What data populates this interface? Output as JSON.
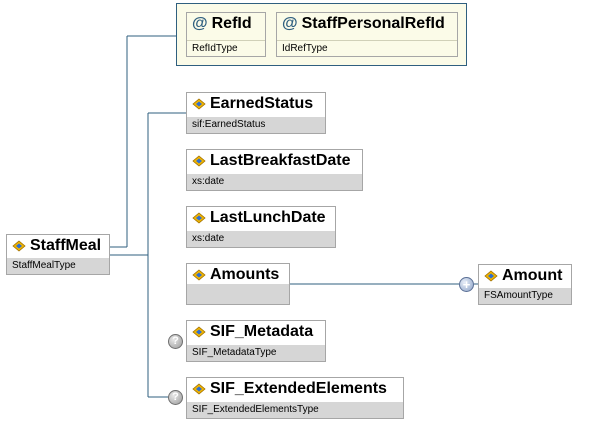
{
  "root": {
    "name": "StaffMeal",
    "type": "StaffMealType"
  },
  "attributes": [
    {
      "name": "RefId",
      "type": "RefIdType"
    },
    {
      "name": "StaffPersonalRefId",
      "type": "IdRefType"
    }
  ],
  "elements": [
    {
      "name": "EarnedStatus",
      "type": "sif:EarnedStatus"
    },
    {
      "name": "LastBreakfastDate",
      "type": "xs:date"
    },
    {
      "name": "LastLunchDate",
      "type": "xs:date"
    },
    {
      "name": "Amounts",
      "type": ""
    },
    {
      "name": "SIF_Metadata",
      "type": "SIF_MetadataType",
      "optional_mark": "?"
    },
    {
      "name": "SIF_ExtendedElements",
      "type": "SIF_ExtendedElementsType",
      "optional_mark": "?"
    }
  ],
  "child": {
    "name": "Amount",
    "type": "FSAmountType",
    "expand_mark": "+"
  },
  "attribute_mark": "@",
  "colors": {
    "connector": "#2f5f7f",
    "attribute_group_bg": "#fbfbe8",
    "type_bar": "#d6d6d6",
    "border": "#a6a6a6"
  },
  "icons": {
    "element": "element-diamond-icon",
    "attribute": "attribute-at-icon"
  }
}
